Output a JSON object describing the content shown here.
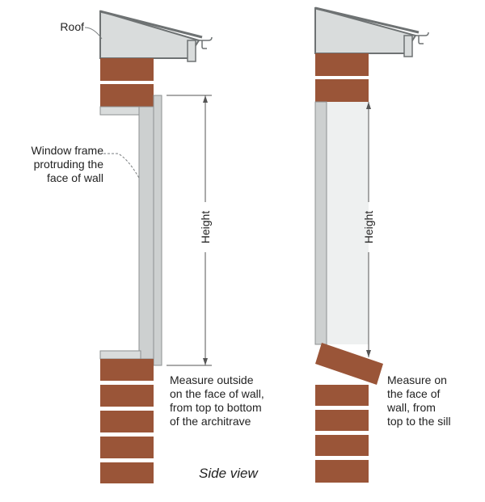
{
  "labels": {
    "roof": "Roof",
    "window_frame": "Window frame\nprotruding the\nface of wall",
    "height_left": "Height",
    "height_right": "Height",
    "measure_left": "Measure outside\non the face of wall,\nfrom top to bottom\nof the architrave",
    "measure_right": "Measure on\nthe face of\nwall, from\ntop to the sill",
    "side_view": "Side view"
  },
  "colors": {
    "brick": "#9a5538",
    "roof": "#d9dcdc",
    "frame": "#cdd0d0",
    "glass": "#eef0f0",
    "outline": "#6e7273",
    "leader": "#7a7e80",
    "dimension": "#555555",
    "text": "#222222"
  }
}
